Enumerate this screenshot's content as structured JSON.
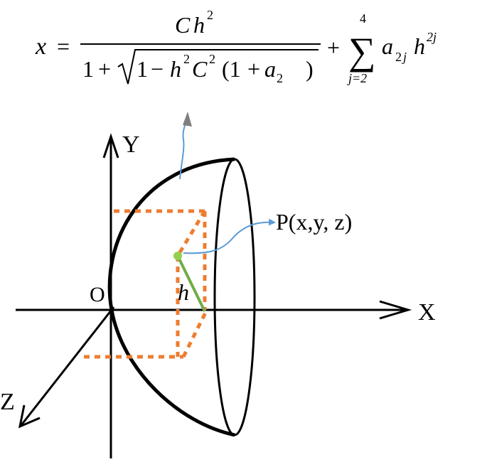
{
  "formula": {
    "x_var": "x",
    "equals": "=",
    "numerator_C": "C",
    "numerator_h": "h",
    "exp_2": "2",
    "den_one": "1",
    "den_plus": "+",
    "den_inner_one": "1",
    "den_minus": "−",
    "den_h": "h",
    "den_C": "C",
    "den_paren_open": "(1",
    "den_plus2": "+",
    "den_a": "a",
    "den_a_sub": "2",
    "den_paren_close": ")",
    "plus": "+",
    "sum_upper": "4",
    "sum_lower": "j=2",
    "term_a": "a",
    "term_a_sub": "2",
    "term_a_sub_j": "j",
    "term_h": "h",
    "term_exp": "2j"
  },
  "diagram": {
    "axis_y_label": "Y",
    "axis_x_label": "X",
    "axis_z_label": "Z",
    "origin_label": "O",
    "h_label": "h",
    "point_label": "P(x,y, z)",
    "colors": {
      "axes": "#000000",
      "surface": "#000000",
      "dashed_box": "#ed7d31",
      "h_segment": "#70ad47",
      "point": "#92d050",
      "callout_arrows": "#5b9bd5"
    }
  }
}
